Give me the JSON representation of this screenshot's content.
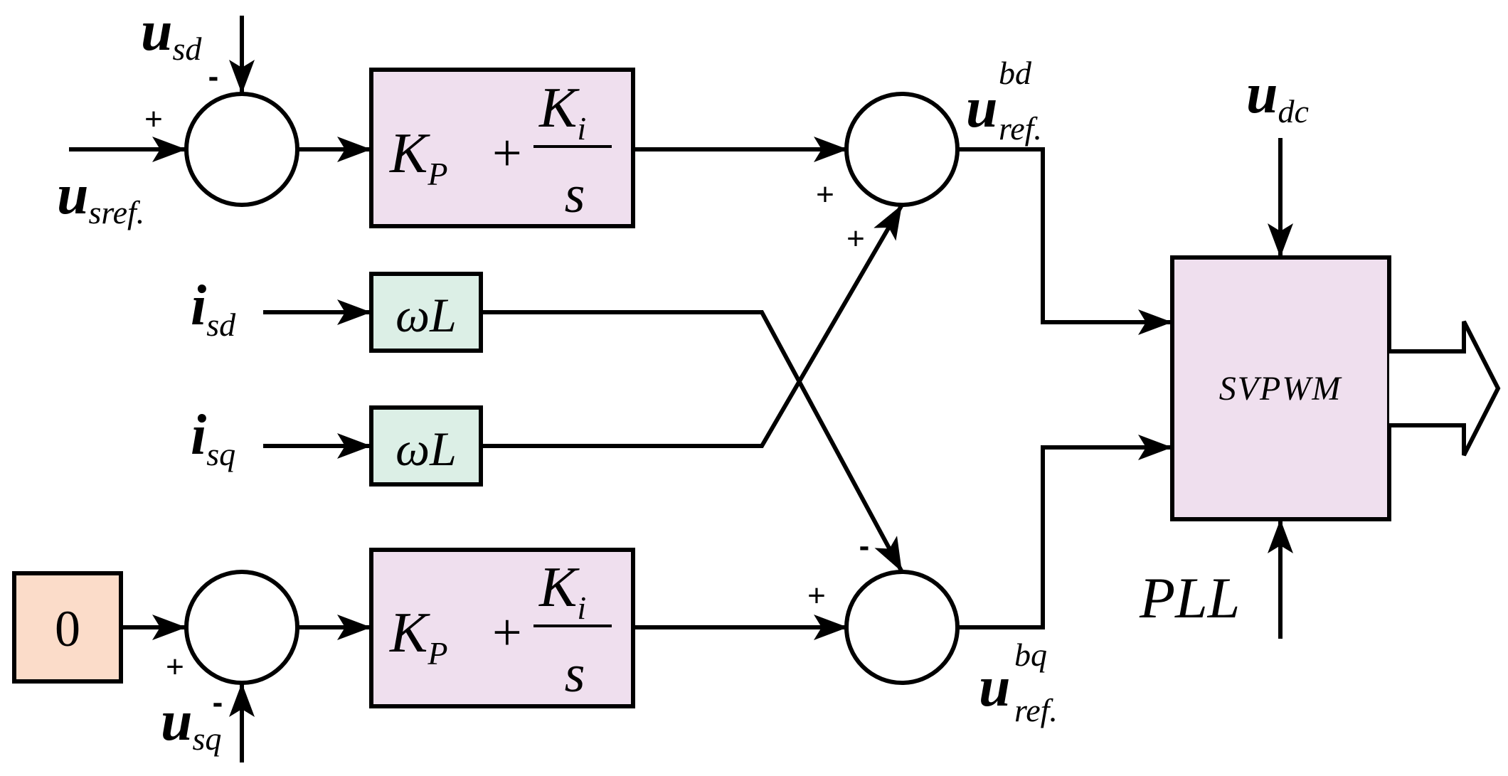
{
  "colors": {
    "pi_block": "#efdfee",
    "wl_block": "#dcefe6",
    "zero_block": "#fbdcc9",
    "svpwm_block": "#efdfee",
    "line": "#000000"
  },
  "inputs": {
    "u_sref": {
      "base": "u",
      "sub": "sref."
    },
    "u_sd": {
      "base": "u",
      "sub": "sd"
    },
    "i_sd": {
      "base": "i",
      "sub": "sd"
    },
    "i_sq": {
      "base": "i",
      "sub": "sq"
    },
    "u_sq": {
      "base": "u",
      "sub": "sq"
    },
    "u_dc": {
      "base": "u",
      "sub": "dc"
    },
    "pll": "PLL"
  },
  "outputs": {
    "u_ref_bd": {
      "base": "u",
      "sup": "bd",
      "sub": "ref."
    },
    "u_ref_bq": {
      "base": "u",
      "sup": "bq",
      "sub": "ref."
    }
  },
  "blocks": {
    "pi": {
      "kp": "K",
      "kp_sub": "P",
      "plus": "+",
      "ki": "K",
      "ki_sub": "i",
      "den": "s"
    },
    "wl": "ωL",
    "zero": "0",
    "svpwm": "SVPWM"
  },
  "signs": {
    "plus": "+",
    "minus": "-"
  }
}
